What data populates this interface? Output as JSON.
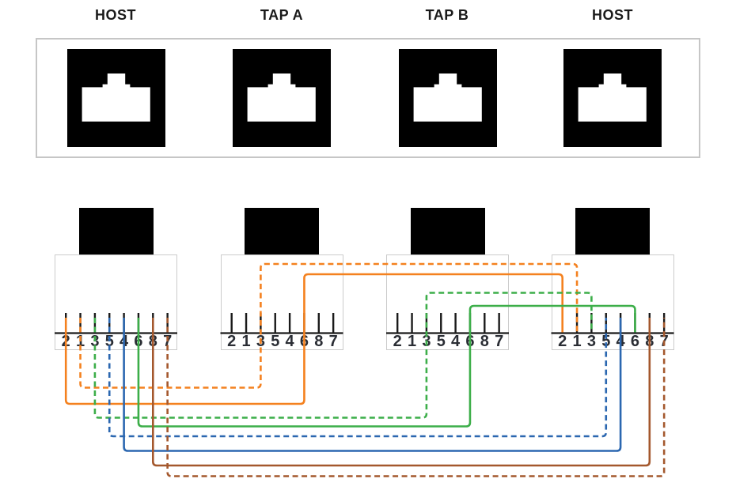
{
  "columns": [
    {
      "id": "host-left",
      "label": "HOST"
    },
    {
      "id": "tap-a",
      "label": "TAP A"
    },
    {
      "id": "tap-b",
      "label": "TAP B"
    },
    {
      "id": "host-right",
      "label": "HOST"
    }
  ],
  "pin_order": [
    "2",
    "1",
    "3",
    "5",
    "4",
    "6",
    "8",
    "7"
  ],
  "colors": {
    "orange": "#f4811f",
    "green": "#3cae49",
    "blue": "#2b67b0",
    "brown": "#a4582d",
    "pin_tick": "#1a1a1a",
    "baseline": "#1a1a1a",
    "digit": "#2a2d34",
    "connector_border": "#cbcbcb",
    "panel_border": "#c6c6c6",
    "jack_black": "#000000"
  },
  "wires": [
    {
      "id": "orange-dashed",
      "color": "orange",
      "style": "dashed",
      "from": {
        "connector": "host-left",
        "pin": "1"
      },
      "via": {
        "connector": "tap-a",
        "pin": "3"
      },
      "to": {
        "connector": "host-right",
        "pin": "1"
      }
    },
    {
      "id": "orange-solid",
      "color": "orange",
      "style": "solid",
      "from": {
        "connector": "host-left",
        "pin": "2"
      },
      "via": {
        "connector": "tap-a",
        "pin": "6"
      },
      "to": {
        "connector": "host-right",
        "pin": "2"
      }
    },
    {
      "id": "green-dashed",
      "color": "green",
      "style": "dashed",
      "from": {
        "connector": "host-left",
        "pin": "3"
      },
      "via": {
        "connector": "tap-b",
        "pin": "3"
      },
      "to": {
        "connector": "host-right",
        "pin": "3"
      }
    },
    {
      "id": "green-solid",
      "color": "green",
      "style": "solid",
      "from": {
        "connector": "host-left",
        "pin": "6"
      },
      "via": {
        "connector": "tap-b",
        "pin": "6"
      },
      "to": {
        "connector": "host-right",
        "pin": "6"
      }
    },
    {
      "id": "blue-dashed",
      "color": "blue",
      "style": "dashed",
      "from": {
        "connector": "host-left",
        "pin": "5"
      },
      "to": {
        "connector": "host-right",
        "pin": "5"
      }
    },
    {
      "id": "blue-solid",
      "color": "blue",
      "style": "solid",
      "from": {
        "connector": "host-left",
        "pin": "4"
      },
      "to": {
        "connector": "host-right",
        "pin": "4"
      }
    },
    {
      "id": "brown-solid",
      "color": "brown",
      "style": "solid",
      "from": {
        "connector": "host-left",
        "pin": "8"
      },
      "to": {
        "connector": "host-right",
        "pin": "8"
      }
    },
    {
      "id": "brown-dashed",
      "color": "brown",
      "style": "dashed",
      "from": {
        "connector": "host-left",
        "pin": "7"
      },
      "to": {
        "connector": "host-right",
        "pin": "7"
      }
    }
  ]
}
